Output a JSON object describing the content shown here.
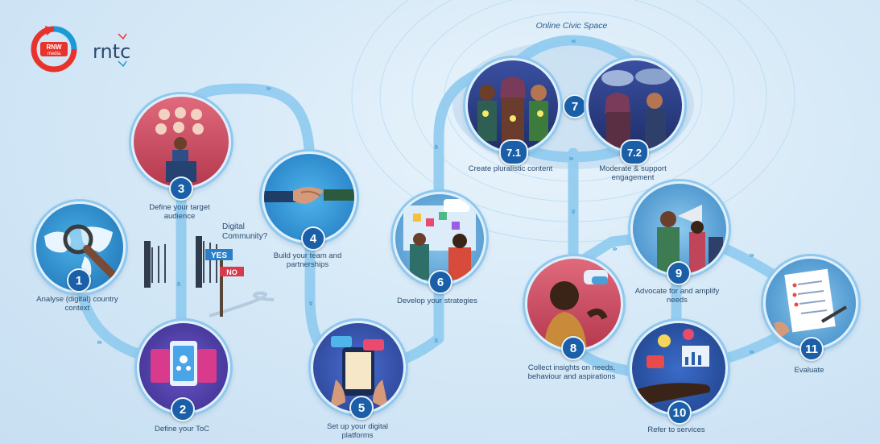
{
  "logos": {
    "rnw_line1": "RNW",
    "rnw_line2": "media",
    "rntc": "rntc"
  },
  "civic_space_label": "Online Civic Space",
  "signpost": {
    "question": "Digital Community?",
    "yes": "YES",
    "no": "NO"
  },
  "steps": [
    {
      "number": "1",
      "label": "Analyse (digital) country context"
    },
    {
      "number": "2",
      "label": "Define your ToC"
    },
    {
      "number": "3",
      "label": "Define your target audience"
    },
    {
      "number": "4",
      "label": "Build your team and partnerships"
    },
    {
      "number": "5",
      "label": "Set up your digital platforms"
    },
    {
      "number": "6",
      "label": "Develop your strategies"
    },
    {
      "number": "7",
      "label": ""
    },
    {
      "number": "7.1",
      "label": "Create pluralistic content"
    },
    {
      "number": "7.2",
      "label": "Moderate & support engagement"
    },
    {
      "number": "8",
      "label": "Collect insights on needs, behaviour and aspirations"
    },
    {
      "number": "9",
      "label": "Advocate for and amplify needs"
    },
    {
      "number": "10",
      "label": "Refer to services"
    },
    {
      "number": "11",
      "label": "Evaluate"
    }
  ],
  "colors": {
    "path": "#8fcbf0",
    "badge": "#1a5fa8",
    "text": "#2a4b6e",
    "logo_red": "#e8332c",
    "logo_blue": "#1b9ad6"
  }
}
